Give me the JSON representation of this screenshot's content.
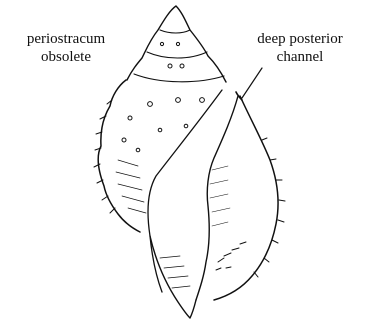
{
  "labels": {
    "left_line1": "periostracum",
    "left_line2": "obsolete",
    "right_line1": "deep posterior",
    "right_line2": "channel"
  }
}
